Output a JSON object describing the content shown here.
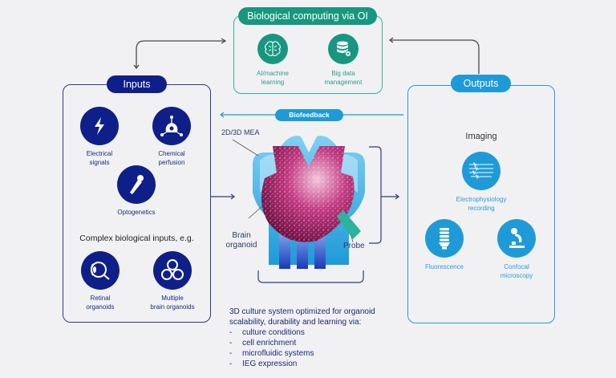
{
  "colors": {
    "background": "#f1f1f3",
    "navy": "#0f1f8a",
    "teal": "#16a085",
    "blue": "#1e9ad8",
    "arrow": "#4a4a4a"
  },
  "center_top": {
    "title": "Biological computing via OI",
    "items": [
      {
        "icon": "brain-icon",
        "label": "AI/machine\nlearning"
      },
      {
        "icon": "database-icon",
        "label": "Big data\nmanagement"
      }
    ]
  },
  "inputs": {
    "title": "Inputs",
    "items": [
      {
        "icon": "lightning-icon",
        "label": "Electrical\nsignals"
      },
      {
        "icon": "molecule-icon",
        "label": "Chemical\nperfusion"
      },
      {
        "icon": "flashlight-icon",
        "label": "Optogenetics"
      }
    ],
    "complex_heading": "Complex biological inputs, e.g.",
    "complex_items": [
      {
        "icon": "eye-icon",
        "label": "Retinal\norganoids"
      },
      {
        "icon": "cells-icon",
        "label": "Multiple\nbrain organoids"
      }
    ]
  },
  "outputs": {
    "title": "Outputs",
    "imaging_heading": "Imaging",
    "items": [
      {
        "icon": "waveform-icon",
        "label": "Electrophysiology\nrecording"
      },
      {
        "icon": "bulb-icon",
        "label": "Fluorescence"
      },
      {
        "icon": "microscope-icon",
        "label": "Confocal\nmicroscopy"
      }
    ]
  },
  "center": {
    "biofeedback_label": "Biofeedback",
    "mea_label": "2D/3D MEA",
    "organoid_label": "Brain\norganoid",
    "probe_label": "Probe"
  },
  "culture": {
    "intro": "3D culture system optimized for organoid\nscalability, durability and learning via:",
    "bullets": [
      "culture conditions",
      "cell enrichment",
      "microfluidic systems",
      "IEG expression"
    ]
  }
}
